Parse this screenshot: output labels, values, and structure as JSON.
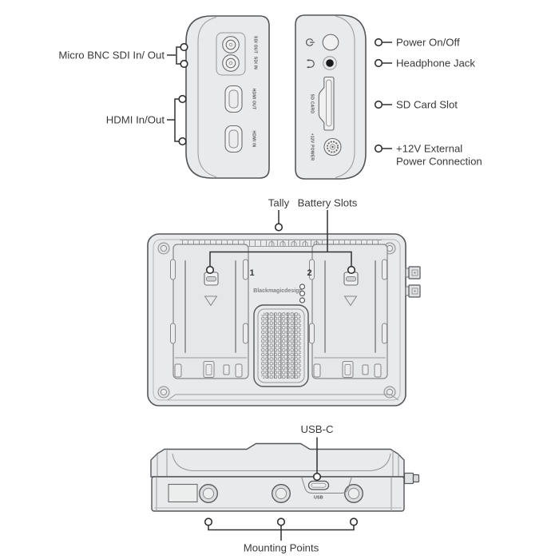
{
  "colors": {
    "body_fill": "#e9eaeb",
    "body_stroke": "#55565a",
    "detail_stroke": "#97989a",
    "callout": "#303032",
    "jack_fill": "#1a1a1c"
  },
  "left_side_view": {
    "callouts": [
      {
        "label": "Micro BNC SDI In/ Out"
      },
      {
        "label": "HDMI In/Out"
      }
    ],
    "port_labels": [
      {
        "label": "SDI OUT"
      },
      {
        "label": "SDI IN"
      },
      {
        "label": "HDMI OUT"
      },
      {
        "label": "HDMI IN"
      }
    ]
  },
  "right_side_view": {
    "callouts": [
      {
        "label": "Power On/Off"
      },
      {
        "label": "Headphone Jack"
      },
      {
        "label": "SD Card Slot"
      },
      {
        "label_line1": "+12V External",
        "label_line2": "Power Connection"
      }
    ],
    "port_labels": [
      {
        "label": "SD CARD"
      },
      {
        "label": "+12V POWER"
      }
    ],
    "icons": [
      {
        "name": "power-icon"
      },
      {
        "name": "headphone-icon"
      }
    ]
  },
  "rear_view": {
    "callouts": [
      {
        "label": "Tally"
      },
      {
        "label": "Battery Slots"
      }
    ],
    "battery_slot_numbers": [
      "1",
      "2"
    ],
    "brand": "Blackmagicdesign"
  },
  "bottom_view": {
    "callouts": [
      {
        "label": "USB-C"
      },
      {
        "label": "Mounting Points"
      }
    ],
    "port_labels": [
      {
        "label": "USB"
      }
    ]
  }
}
